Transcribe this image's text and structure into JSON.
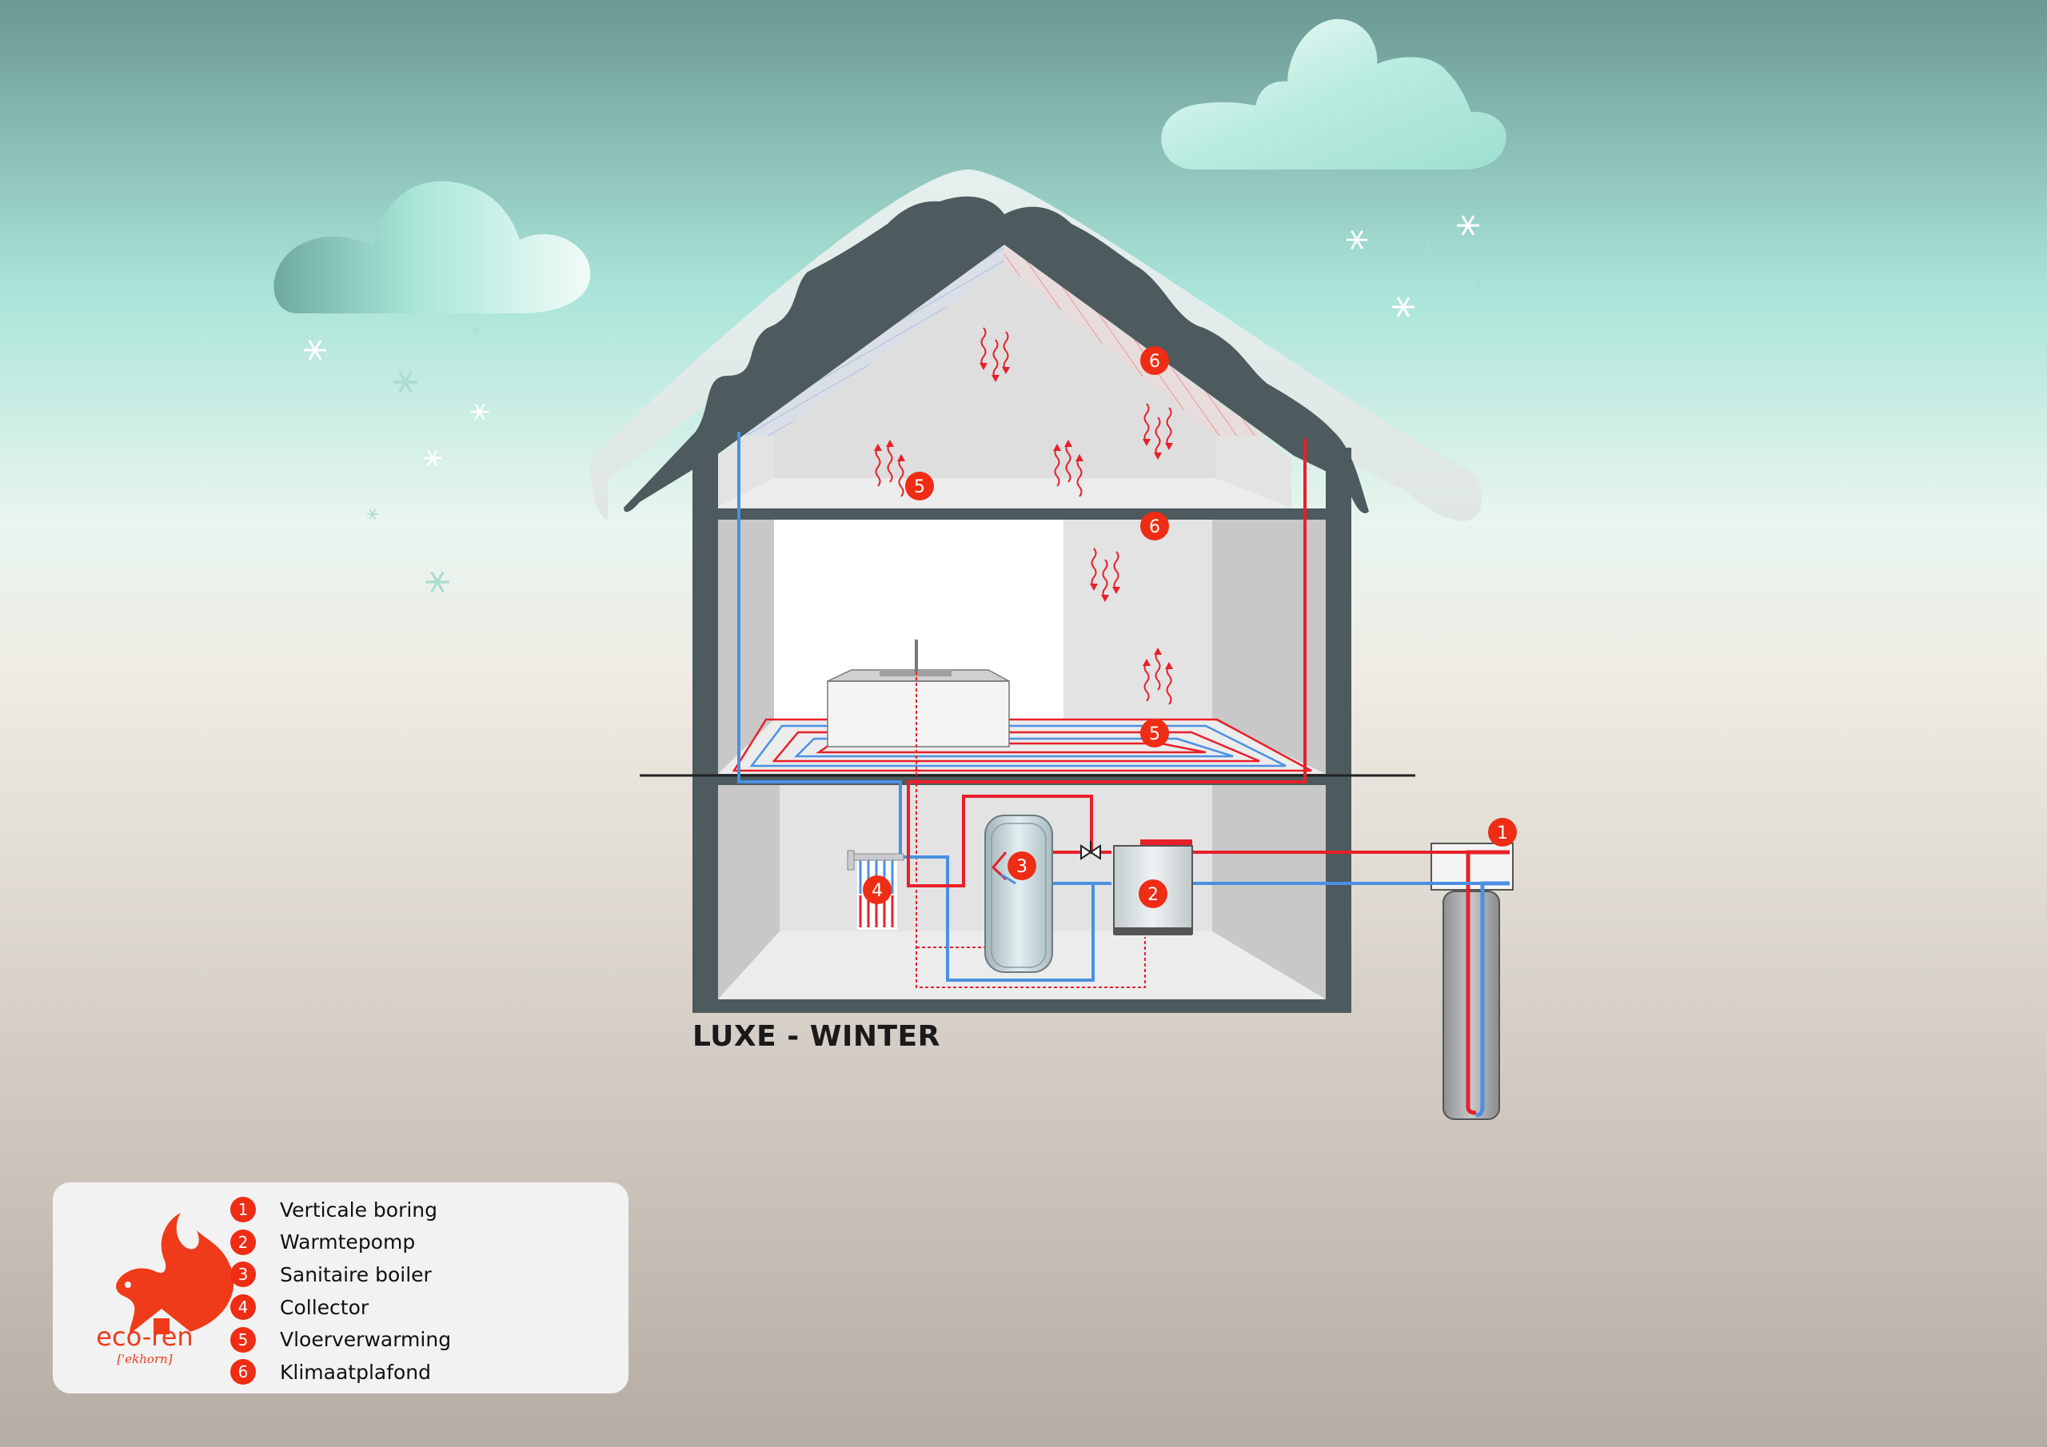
{
  "title": "LUXE - WINTER",
  "colors": {
    "accent_red": "#ef2c14",
    "warm_pipe": "#e8202a",
    "cold_pipe": "#4a90e2",
    "wall": "#4d5a5e",
    "sky_top": "#6b9893",
    "sky_mint": "#a9e4d8",
    "ground": "#b5ada3"
  },
  "markers": {
    "1": "1",
    "2": "2",
    "3": "3",
    "4": "4",
    "5": "5",
    "6": "6"
  },
  "brand": {
    "name": "eco-ren",
    "pronunciation": "['ekhorn]"
  },
  "legend": [
    {
      "num": "1",
      "label": "Verticale boring"
    },
    {
      "num": "2",
      "label": "Warmtepomp"
    },
    {
      "num": "3",
      "label": "Sanitaire boiler"
    },
    {
      "num": "4",
      "label": "Collector"
    },
    {
      "num": "5",
      "label": "Vloerverwarming"
    },
    {
      "num": "6",
      "label": "Klimaatplafond"
    }
  ],
  "icons": [
    "squirrel-logo-icon",
    "snowflake-icon",
    "cloud-icon",
    "heat-wave-icon",
    "valve-icon"
  ]
}
